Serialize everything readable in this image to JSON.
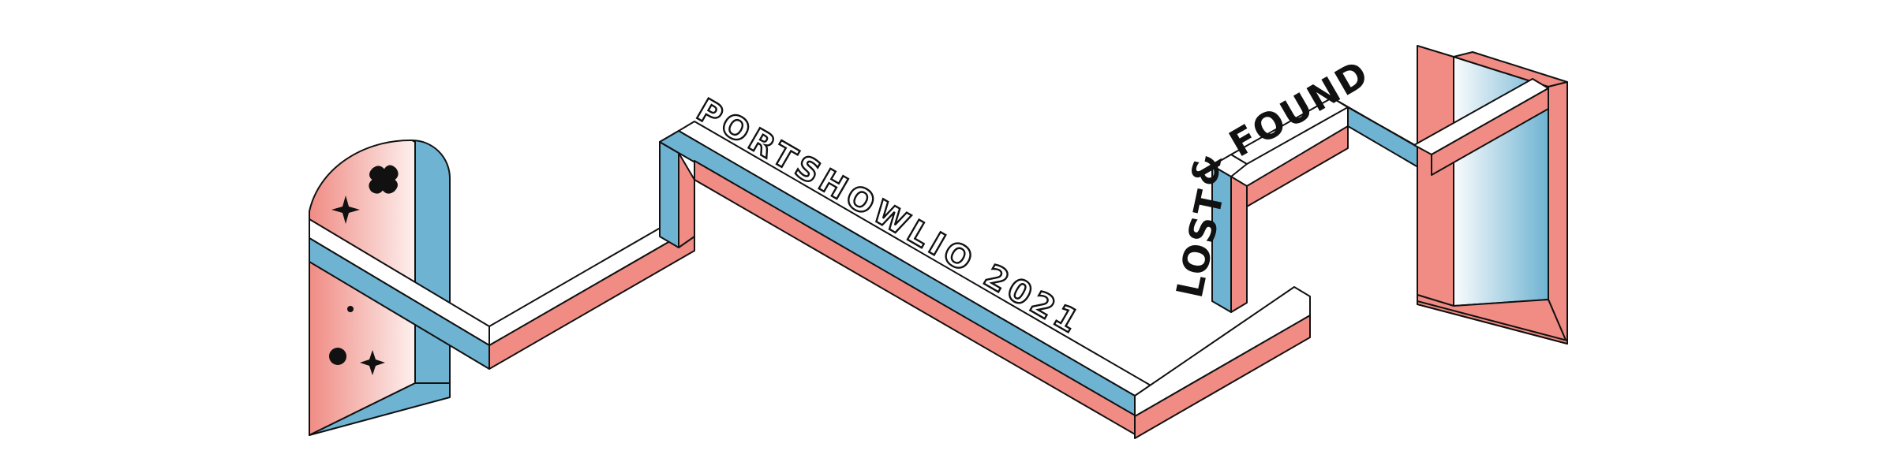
{
  "banner": {
    "subtitle": "PORTSHOWLIO 2021",
    "lost_word": "LOST",
    "ampersand": "&",
    "found_word": "FOUND"
  },
  "palette": {
    "pink": "#f08c84",
    "blue": "#6eb3d2",
    "outline": "#111111",
    "background": "#ffffff"
  },
  "icons": [
    "sparkle-icon",
    "dot-icon",
    "squiggle-blob-icon",
    "arch-door-icon",
    "window-frame-icon"
  ]
}
